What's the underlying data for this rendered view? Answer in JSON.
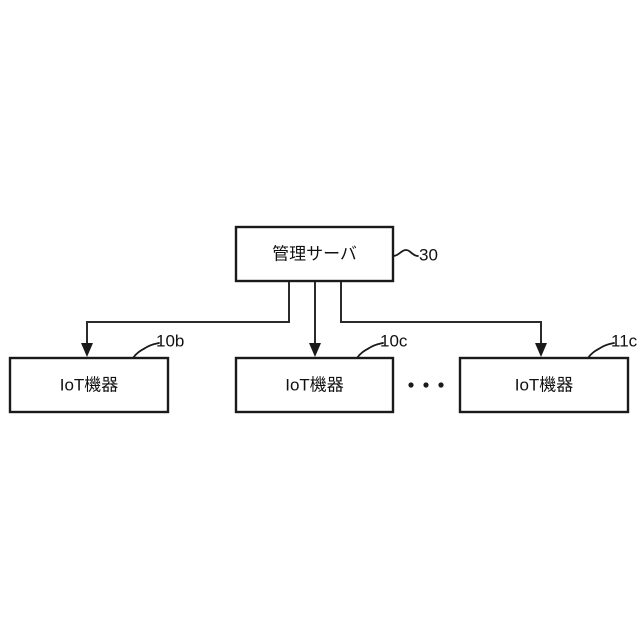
{
  "figure": {
    "type": "block-diagram",
    "background_color": "#ffffff",
    "line_color": "#1a1a1a",
    "text_color": "#111111"
  },
  "server": {
    "label": "管理サーバ",
    "reference_numeral": "30"
  },
  "devices": [
    {
      "label": "IoT機器",
      "reference_numeral": "10b"
    },
    {
      "label": "IoT機器",
      "reference_numeral": "10c"
    },
    {
      "label": "IoT機器",
      "reference_numeral": "11c"
    }
  ],
  "ellipsis": {
    "label": "・・・",
    "dot_count": 3
  }
}
